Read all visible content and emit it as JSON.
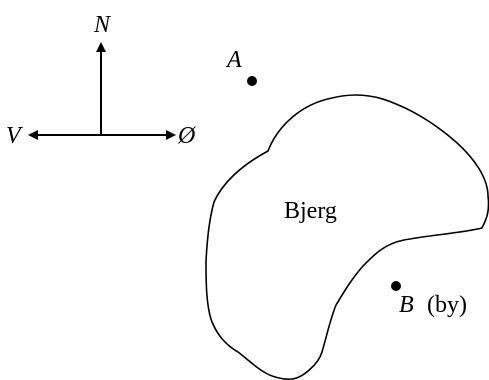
{
  "compass": {
    "north": "N",
    "west": "V",
    "east": "Ø"
  },
  "points": {
    "a": {
      "label": "A"
    },
    "b": {
      "label": "B",
      "note": "(by)"
    }
  },
  "region": {
    "label": "Bjerg"
  },
  "colors": {
    "ink": "#000000",
    "background": "#ffffff"
  }
}
